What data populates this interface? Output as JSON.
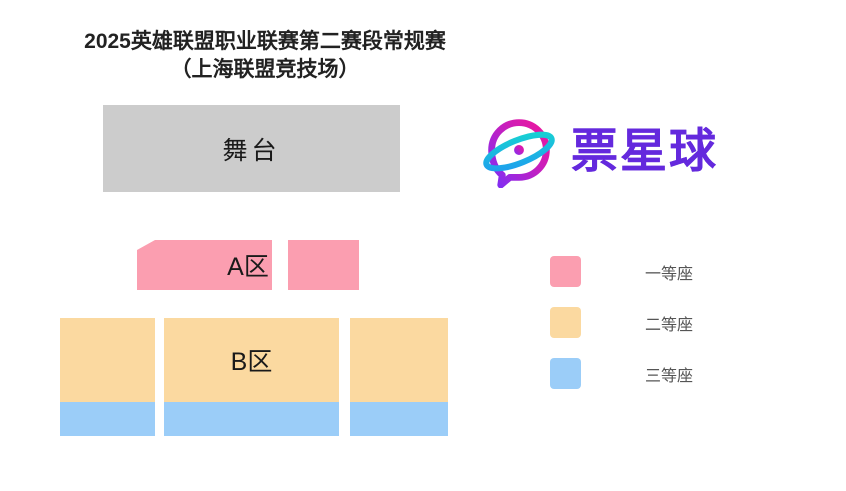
{
  "page": {
    "background": "#ffffff"
  },
  "title": {
    "line1": "2025英雄联盟职业联赛第二赛段常规赛",
    "line2": "（上海联盟竞技场）"
  },
  "brand": {
    "name": "票星球",
    "mark_icon": "planet-speech-bubble-icon",
    "text_color": "#6429dd",
    "mark_gradient_from": "#00c6e0",
    "mark_gradient_to": "#e020a8"
  },
  "venue": {
    "stage": {
      "label": "舞台",
      "color": "#cccccc"
    },
    "zones": [
      {
        "id": "A",
        "label": "A区",
        "tier": "一等座",
        "color": "#fb9eb0",
        "blocks": [
          "a-main",
          "a-right"
        ]
      },
      {
        "id": "B",
        "label": "B区",
        "tier_upper": "二等座",
        "tier_lower": "三等座",
        "color_upper": "#fbd9a0",
        "color_lower": "#9bcdf8",
        "blocks": [
          "b-left",
          "b-center",
          "b-right"
        ]
      }
    ]
  },
  "legend": {
    "items": [
      {
        "label": "一等座",
        "color": "#fb9eb0"
      },
      {
        "label": "二等座",
        "color": "#fbd9a0"
      },
      {
        "label": "三等座",
        "color": "#9bcdf8"
      }
    ]
  }
}
